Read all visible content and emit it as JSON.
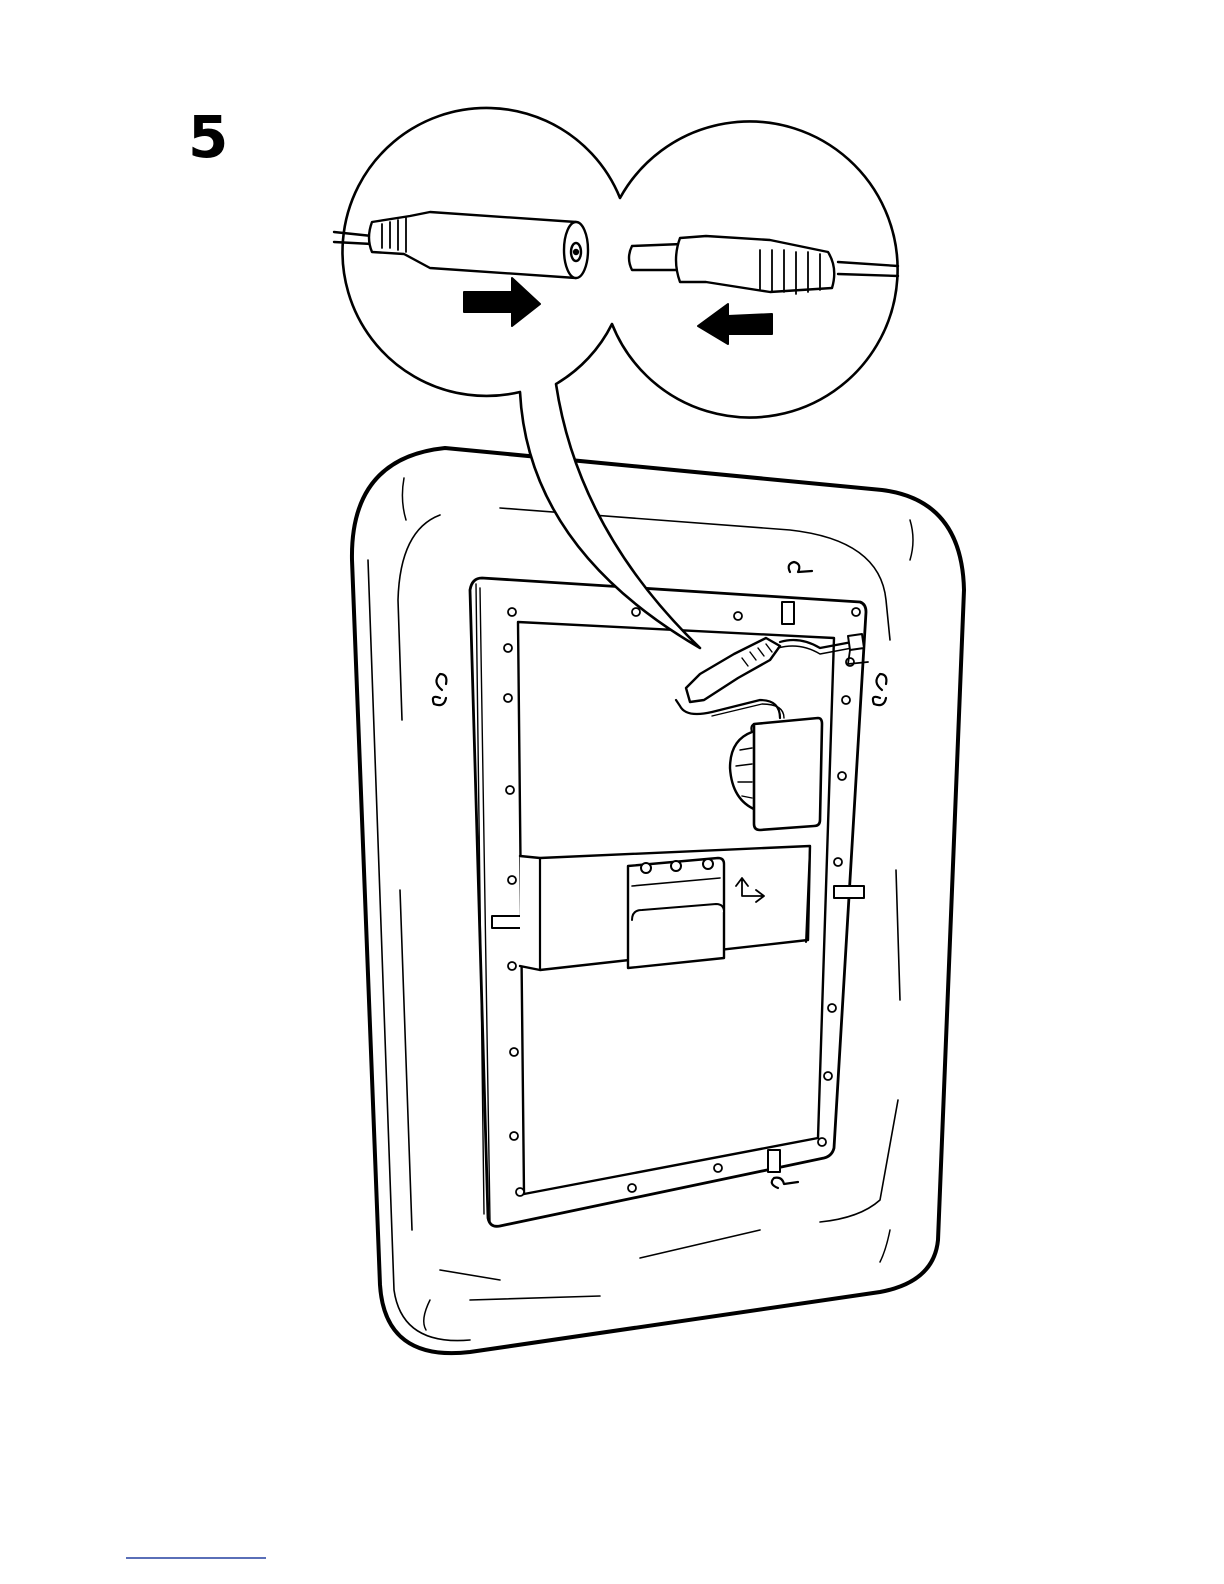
{
  "step": {
    "number": "5"
  },
  "colors": {
    "line": "#000000",
    "fill": "#ffffff",
    "footer_rule": "#5a6fb8"
  },
  "icons": {
    "zoom_connectors": "dc-plug-connection-zoom",
    "push_arrows": "push-together-arrows",
    "mirror": "mirror-back-panel",
    "adapter": "power-adapter-icon"
  }
}
